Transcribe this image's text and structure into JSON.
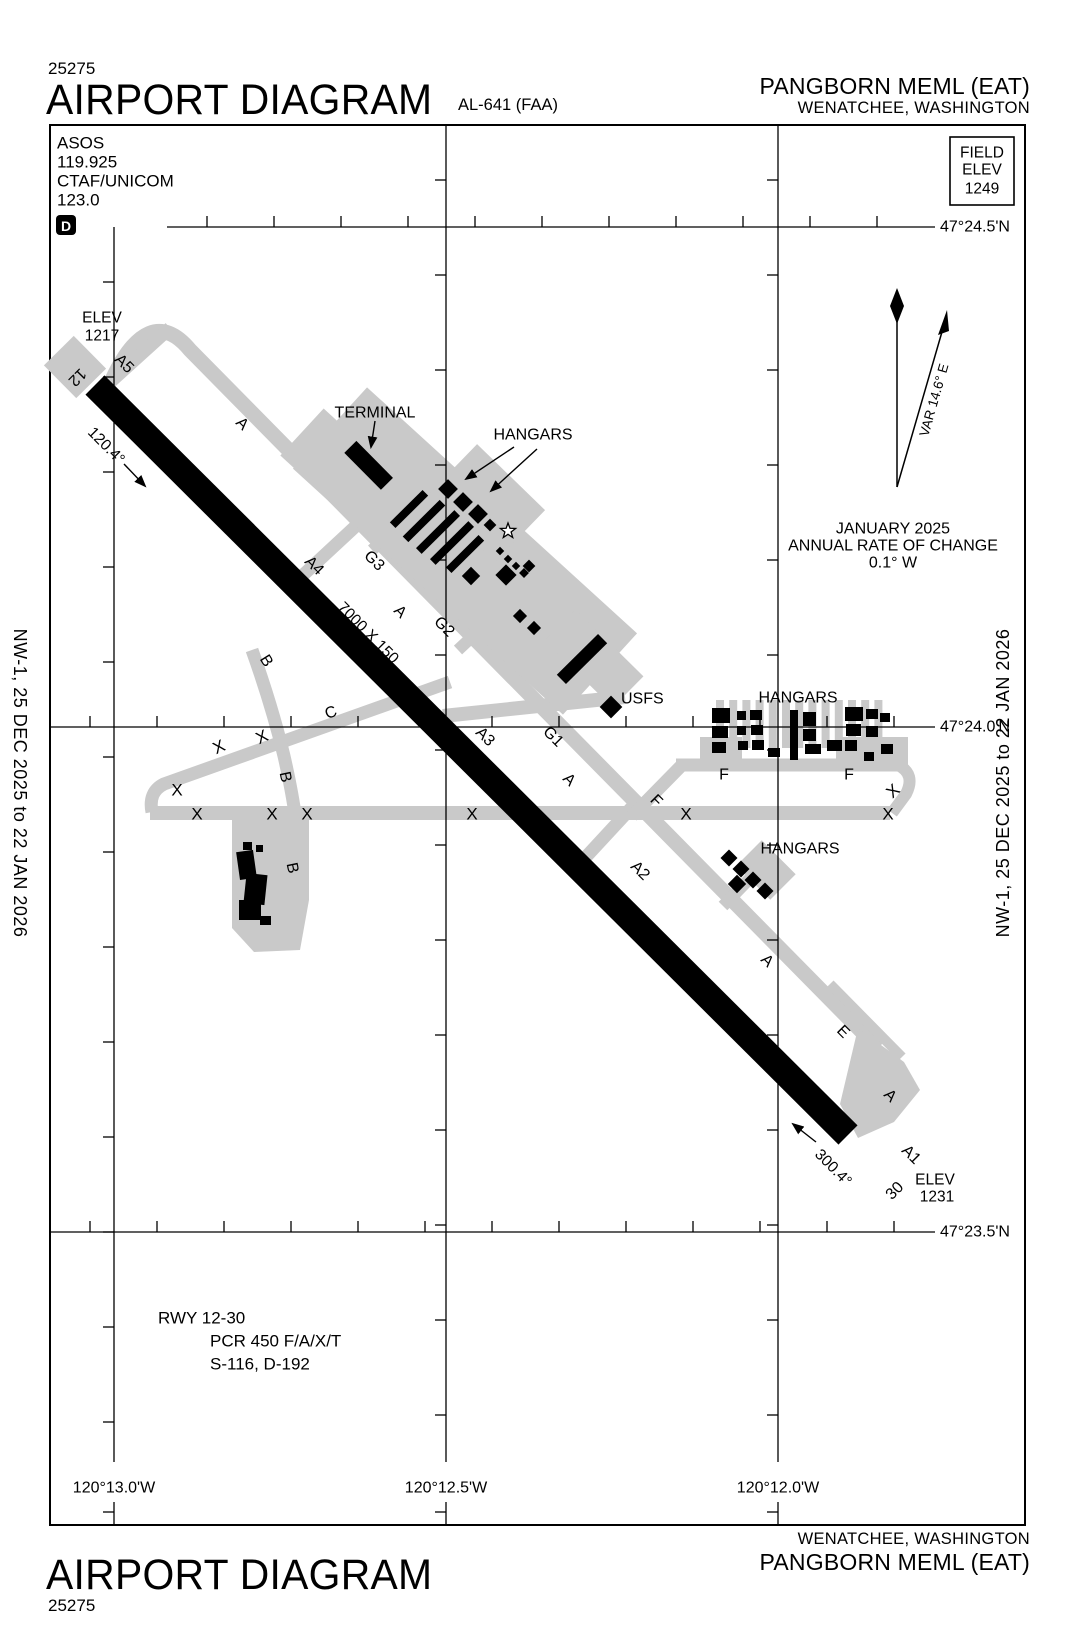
{
  "header": {
    "chart_number": "25275",
    "title": "AIRPORT DIAGRAM",
    "chart_ref": "AL-641 (FAA)",
    "airport": "PANGBORN MEML (EAT)",
    "city": "WENATCHEE, WASHINGTON"
  },
  "footer": {
    "title": "AIRPORT DIAGRAM",
    "chart_number": "25275",
    "airport": "PANGBORN MEML (EAT)",
    "city": "WENATCHEE, WASHINGTON"
  },
  "margin_note": "NW-1,  25 DEC 2025  to  22 JAN 2026",
  "comms": {
    "asos_label": "ASOS",
    "asos_freq": "119.925",
    "ctaf_label": "CTAF/UNICOM",
    "ctaf_freq": "123.0",
    "datalink_symbol": "D"
  },
  "field_elevation": {
    "label1": "FIELD",
    "label2": "ELEV",
    "value": "1249"
  },
  "magnetic_variation": {
    "var_label": "VAR 14.6° E",
    "date": "JANUARY 2025",
    "rate_label": "ANNUAL RATE OF CHANGE",
    "rate_value": "0.1° W"
  },
  "runway_12_30": {
    "dimensions": "7000 X 150",
    "rwy12": {
      "number": "12",
      "true_heading": "120.4°",
      "elev_label": "ELEV",
      "elevation": "1217"
    },
    "rwy30": {
      "number": "30",
      "true_heading": "300.4°",
      "elev_label": "ELEV",
      "elevation": "1231"
    },
    "data_block": {
      "line1": "RWY 12-30",
      "line2": "PCR 450 F/A/X/T",
      "line3": "S-116, D-192"
    }
  },
  "facilities": {
    "terminal": "TERMINAL",
    "hangars_north": "HANGARS",
    "hangars_east": "HANGARS",
    "hangars_south": "HANGARS",
    "usfs": "USFS"
  },
  "taxiway_labels": {
    "a": "A",
    "a1": "A1",
    "a2": "A2",
    "a3": "A3",
    "a4": "A4",
    "a5": "A5",
    "b": "B",
    "c": "C",
    "e": "E",
    "f": "F",
    "g1": "G1",
    "g2": "G2",
    "g3": "G3",
    "closed": "X"
  },
  "graticule": {
    "lat": [
      {
        "label": "47°24.5'N"
      },
      {
        "label": "47°24.0'N"
      },
      {
        "label": "47°23.5'N"
      }
    ],
    "lon": [
      {
        "label": "120°13.0'W"
      },
      {
        "label": "120°12.5'W"
      },
      {
        "label": "120°12.0'W"
      }
    ]
  },
  "icons": {
    "beacon": "open-star",
    "true_north_arrow": "diamond-tip-arrow",
    "datalink": "D-in-black-square"
  },
  "colors": {
    "paper": "#ffffff",
    "pavement": "#c9c9c9",
    "ink": "#000000"
  }
}
